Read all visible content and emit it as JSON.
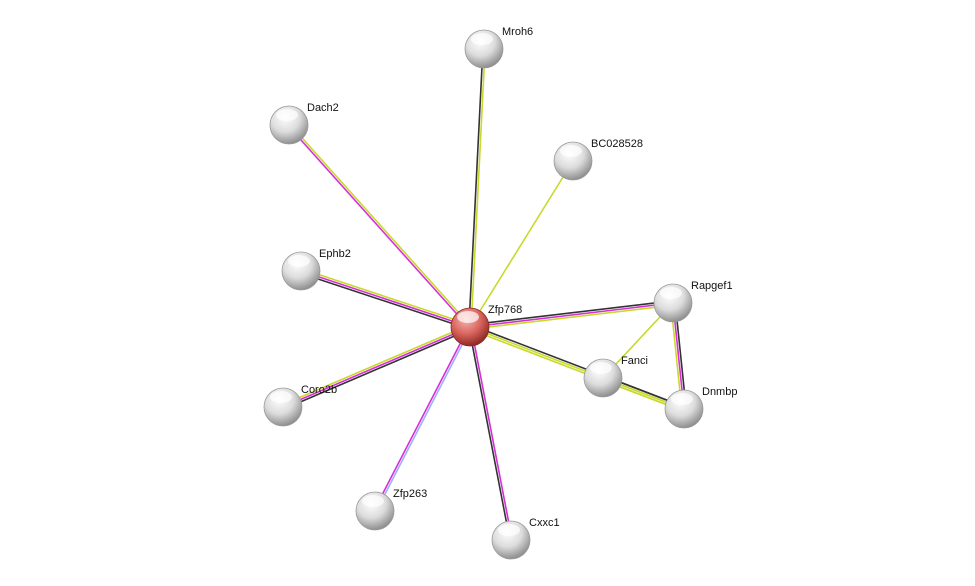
{
  "colors": {
    "textmining": "#c8d92a",
    "coexpression": "#333333",
    "experiments": "#d62fd6",
    "homology": "#9ab0ff",
    "query_node": "#d9534f",
    "node": "#d8d8d8"
  },
  "nodes": [
    {
      "id": "Zfp768",
      "label": "Zfp768",
      "query": true
    },
    {
      "id": "Mroh6",
      "label": "Mroh6"
    },
    {
      "id": "Dach2",
      "label": "Dach2"
    },
    {
      "id": "BC028528",
      "label": "BC028528"
    },
    {
      "id": "Ephb2",
      "label": "Ephb2"
    },
    {
      "id": "Rapgef1",
      "label": "Rapgef1"
    },
    {
      "id": "Fanci",
      "label": "Fanci"
    },
    {
      "id": "Dnmbp",
      "label": "Dnmbp"
    },
    {
      "id": "Coro2b",
      "label": "Coro2b"
    },
    {
      "id": "Zfp263",
      "label": "Zfp263"
    },
    {
      "id": "Cxxc1",
      "label": "Cxxc1"
    }
  ],
  "edges": [
    {
      "a": "Zfp768",
      "b": "Mroh6",
      "types": [
        "coexpression",
        "textmining"
      ]
    },
    {
      "a": "Zfp768",
      "b": "Dach2",
      "types": [
        "experiments",
        "textmining"
      ]
    },
    {
      "a": "Zfp768",
      "b": "BC028528",
      "types": [
        "textmining"
      ]
    },
    {
      "a": "Zfp768",
      "b": "Ephb2",
      "types": [
        "coexpression",
        "experiments",
        "textmining"
      ]
    },
    {
      "a": "Zfp768",
      "b": "Rapgef1",
      "types": [
        "coexpression",
        "experiments",
        "textmining"
      ]
    },
    {
      "a": "Zfp768",
      "b": "Dnmbp",
      "types": [
        "coexpression",
        "textmining",
        "textmining"
      ]
    },
    {
      "a": "Zfp768",
      "b": "Coro2b",
      "types": [
        "coexpression",
        "experiments",
        "textmining"
      ]
    },
    {
      "a": "Zfp768",
      "b": "Zfp263",
      "types": [
        "homology",
        "experiments"
      ]
    },
    {
      "a": "Zfp768",
      "b": "Cxxc1",
      "types": [
        "experiments",
        "coexpression"
      ]
    },
    {
      "a": "Rapgef1",
      "b": "Fanci",
      "types": [
        "textmining"
      ]
    },
    {
      "a": "Rapgef1",
      "b": "Dnmbp",
      "types": [
        "coexpression",
        "experiments",
        "textmining"
      ]
    },
    {
      "a": "Fanci",
      "b": "Dnmbp",
      "types": [
        "coexpression",
        "textmining",
        "textmining"
      ]
    }
  ]
}
